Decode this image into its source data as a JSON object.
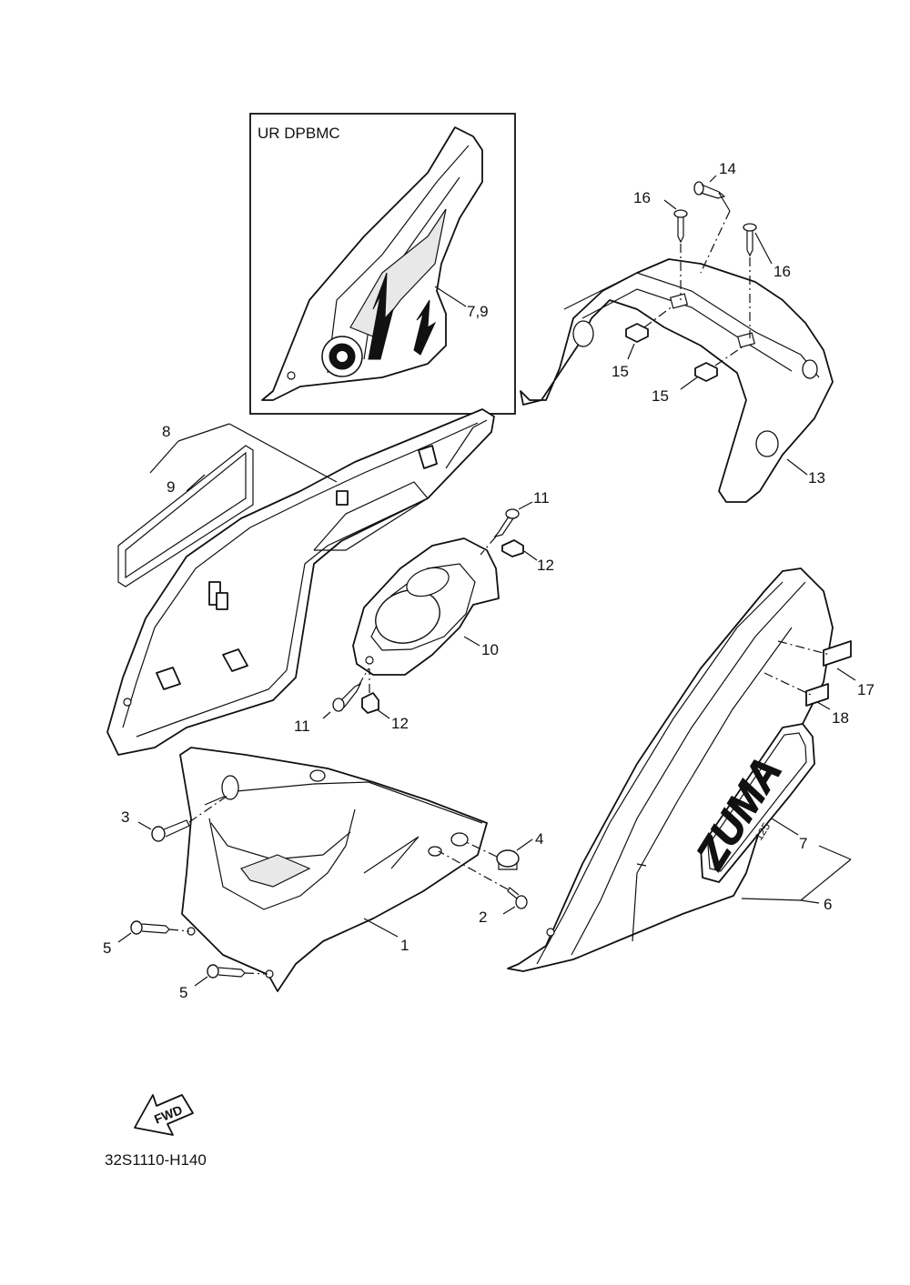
{
  "inset": {
    "title": "UR DPBMC"
  },
  "callouts": {
    "c1": "1",
    "c2": "2",
    "c3": "3",
    "c4": "4",
    "c5a": "5",
    "c5b": "5",
    "c6": "6",
    "c7": "7",
    "c7_9": "7,9",
    "c8": "8",
    "c9": "9",
    "c10": "10",
    "c11a": "11",
    "c11b": "11",
    "c12a": "12",
    "c12b": "12",
    "c13": "13",
    "c14": "14",
    "c15a": "15",
    "c15b": "15",
    "c16a": "16",
    "c16b": "16",
    "c17": "17",
    "c18": "18"
  },
  "fwd_arrow": {
    "label": "FWD"
  },
  "decal_text": {
    "logo": "ZUMA",
    "badge": "125"
  },
  "footer": {
    "diagram_code": "32S1110-H140"
  }
}
